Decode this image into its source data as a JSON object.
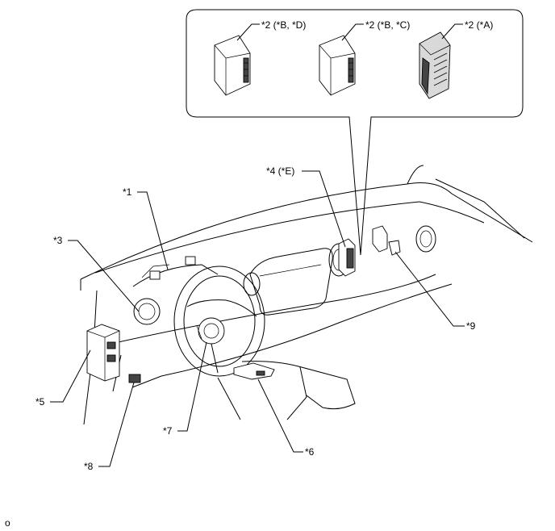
{
  "callouts": {
    "c1": "*1",
    "c2_bd": "*2 (*B, *D)",
    "c2_bc": "*2 (*B, *C)",
    "c2_a": "*2 (*A)",
    "c3": "*3",
    "c4": "*4 (*E)",
    "c5": "*5",
    "c6": "*6",
    "c7": "*7",
    "c8": "*8",
    "c9": "*9"
  },
  "footer_code": "o"
}
